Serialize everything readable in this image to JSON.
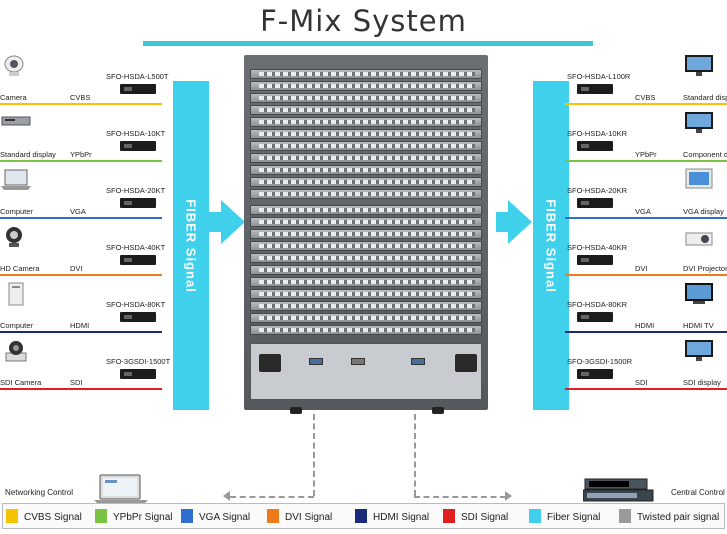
{
  "title": "F-Mix System",
  "fiber_label": "FIBER Signal",
  "colors": {
    "fiber": "#3fd1ec",
    "cvbs": "#f5c400",
    "ypbpr": "#7cc242",
    "vga": "#2f6fcf",
    "dvi": "#f07a1a",
    "hdmi": "#1b2a7a",
    "sdi": "#e02020",
    "twisted": "#9a9a9a"
  },
  "inputs": [
    {
      "device": "Camera",
      "signal": "CVBS",
      "module": "SFO-HSDA-L500T",
      "icon": "camera-icon",
      "color": "#f5c400"
    },
    {
      "device": "Standard display",
      "signal": "YPbPr",
      "module": "SFO-HSDA-10KT",
      "icon": "dvd-player-icon",
      "color": "#7cc242"
    },
    {
      "device": "Computer",
      "signal": "VGA",
      "module": "SFO-HSDA-20KT",
      "icon": "laptop-icon",
      "color": "#2f6fcf"
    },
    {
      "device": "HD Camera",
      "signal": "DVI",
      "module": "SFO-HSDA-40KT",
      "icon": "webcam-icon",
      "color": "#f07a1a"
    },
    {
      "device": "Computer",
      "signal": "HDMI",
      "module": "SFO-HSDA-80KT",
      "icon": "pc-tower-icon",
      "color": "#1b2a7a"
    },
    {
      "device": "SDI Camera",
      "signal": "SDI",
      "module": "SFO-3GSDI-1500T",
      "icon": "ptz-camera-icon",
      "color": "#e02020"
    }
  ],
  "outputs": [
    {
      "device": "Standard display",
      "signal": "CVBS",
      "module": "SFO-HSDA-L100R",
      "icon": "monitor-icon",
      "color": "#f5c400"
    },
    {
      "device": "Component display",
      "signal": "YPbPr",
      "module": "SFO-HSDA-10KR",
      "icon": "monitor-icon",
      "color": "#7cc242"
    },
    {
      "device": "VGA display",
      "signal": "VGA",
      "module": "SFO-HSDA-20KR",
      "icon": "crt-monitor-icon",
      "color": "#2f6fcf"
    },
    {
      "device": "DVI Projector",
      "signal": "DVI",
      "module": "SFO-HSDA-40KR",
      "icon": "projector-icon",
      "color": "#f07a1a"
    },
    {
      "device": "HDMI TV",
      "signal": "HDMI",
      "module": "SFO-HSDA-80KR",
      "icon": "tv-icon",
      "color": "#1b2a7a"
    },
    {
      "device": "SDI display",
      "signal": "SDI",
      "module": "SFO-3GSDI-1500R",
      "icon": "monitor-icon",
      "color": "#e02020"
    }
  ],
  "controls": {
    "networking": "Networking Control",
    "central": "Central Control"
  },
  "legend": [
    {
      "label": "CVBS Signal",
      "color": "#f5c400"
    },
    {
      "label": "YPbPr Signal",
      "color": "#7cc242"
    },
    {
      "label": "VGA Signal",
      "color": "#2f6fcf"
    },
    {
      "label": "DVI Signal",
      "color": "#f07a1a"
    },
    {
      "label": "HDMI Signal",
      "color": "#1b2a7a"
    },
    {
      "label": "SDI Signal",
      "color": "#e02020"
    },
    {
      "label": "Fiber Signal",
      "color": "#3fd1ec"
    },
    {
      "label": "Twisted pair signal",
      "color": "#9a9a9a"
    }
  ]
}
